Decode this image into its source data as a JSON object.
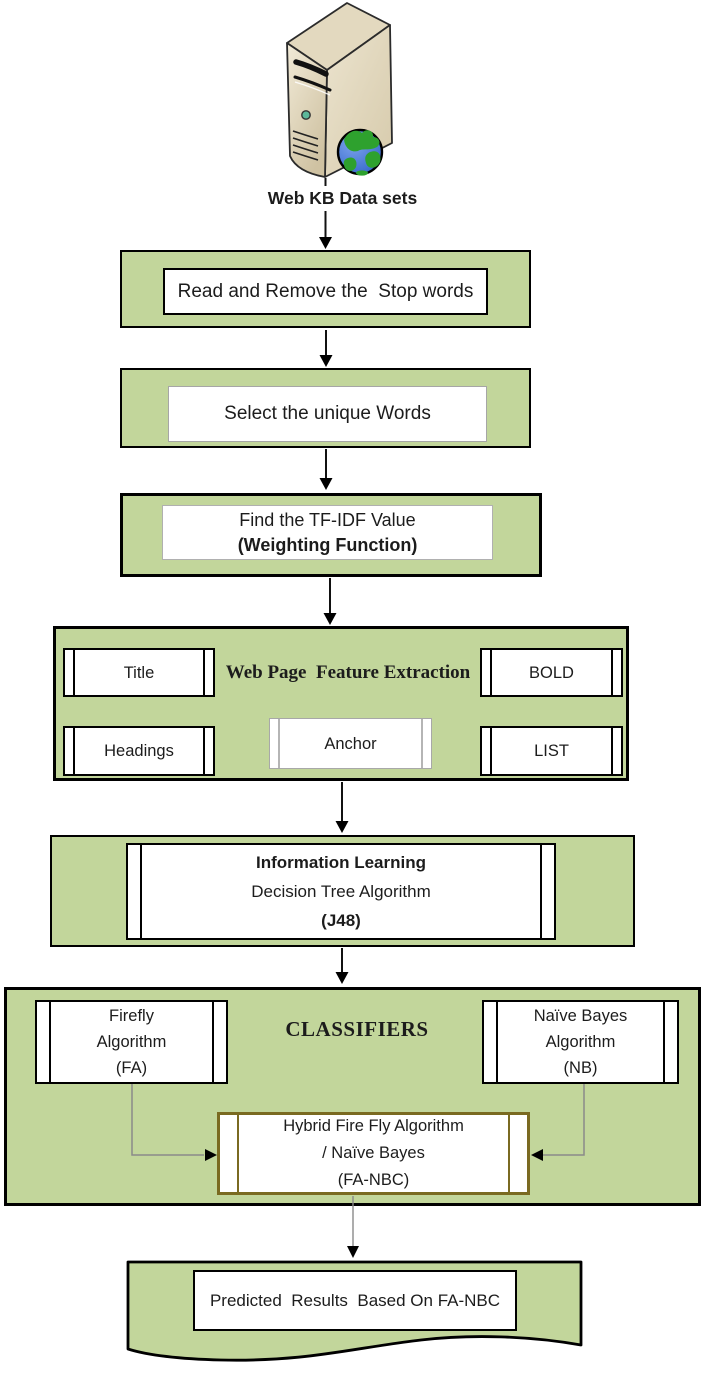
{
  "diagram_title": "Web page classification flowchart",
  "source": {
    "label": "Web KB Data sets",
    "icon": "server-with-globe-icon"
  },
  "steps": {
    "step1": "Read and Remove the  Stop words",
    "step2": "Select the unique Words",
    "step3_line1": "Find the TF-IDF Value",
    "step3_line2": "(Weighting Function)"
  },
  "feature_extraction": {
    "heading": "Web Page  Feature Extraction",
    "items": [
      "Title",
      "BOLD",
      "Headings",
      "Anchor",
      "LIST"
    ]
  },
  "information_learning": {
    "line1": "Information Learning",
    "line2": "Decision Tree Algorithm",
    "line3": "(J48)"
  },
  "classifiers": {
    "heading": "CLASSIFIERS",
    "firefly": [
      "Firefly",
      "Algorithm",
      "(FA)"
    ],
    "naive_bayes": [
      "Naïve Bayes",
      "Algorithm",
      "(NB)"
    ],
    "hybrid": [
      "Hybrid Fire Fly Algorithm",
      "/ Naïve Bayes",
      "(FA-NBC)"
    ]
  },
  "result": {
    "label": "Predicted  Results  Based On FA-NBC"
  },
  "colors": {
    "box_fill": "#c2d69b",
    "border": "#000000",
    "hybrid_border": "#7a6a21",
    "connector_gray": "#8a8a8a",
    "globe_blue": "#2b5fc7",
    "globe_green": "#2ea12e",
    "tower_beige": "#e3d9bf"
  }
}
